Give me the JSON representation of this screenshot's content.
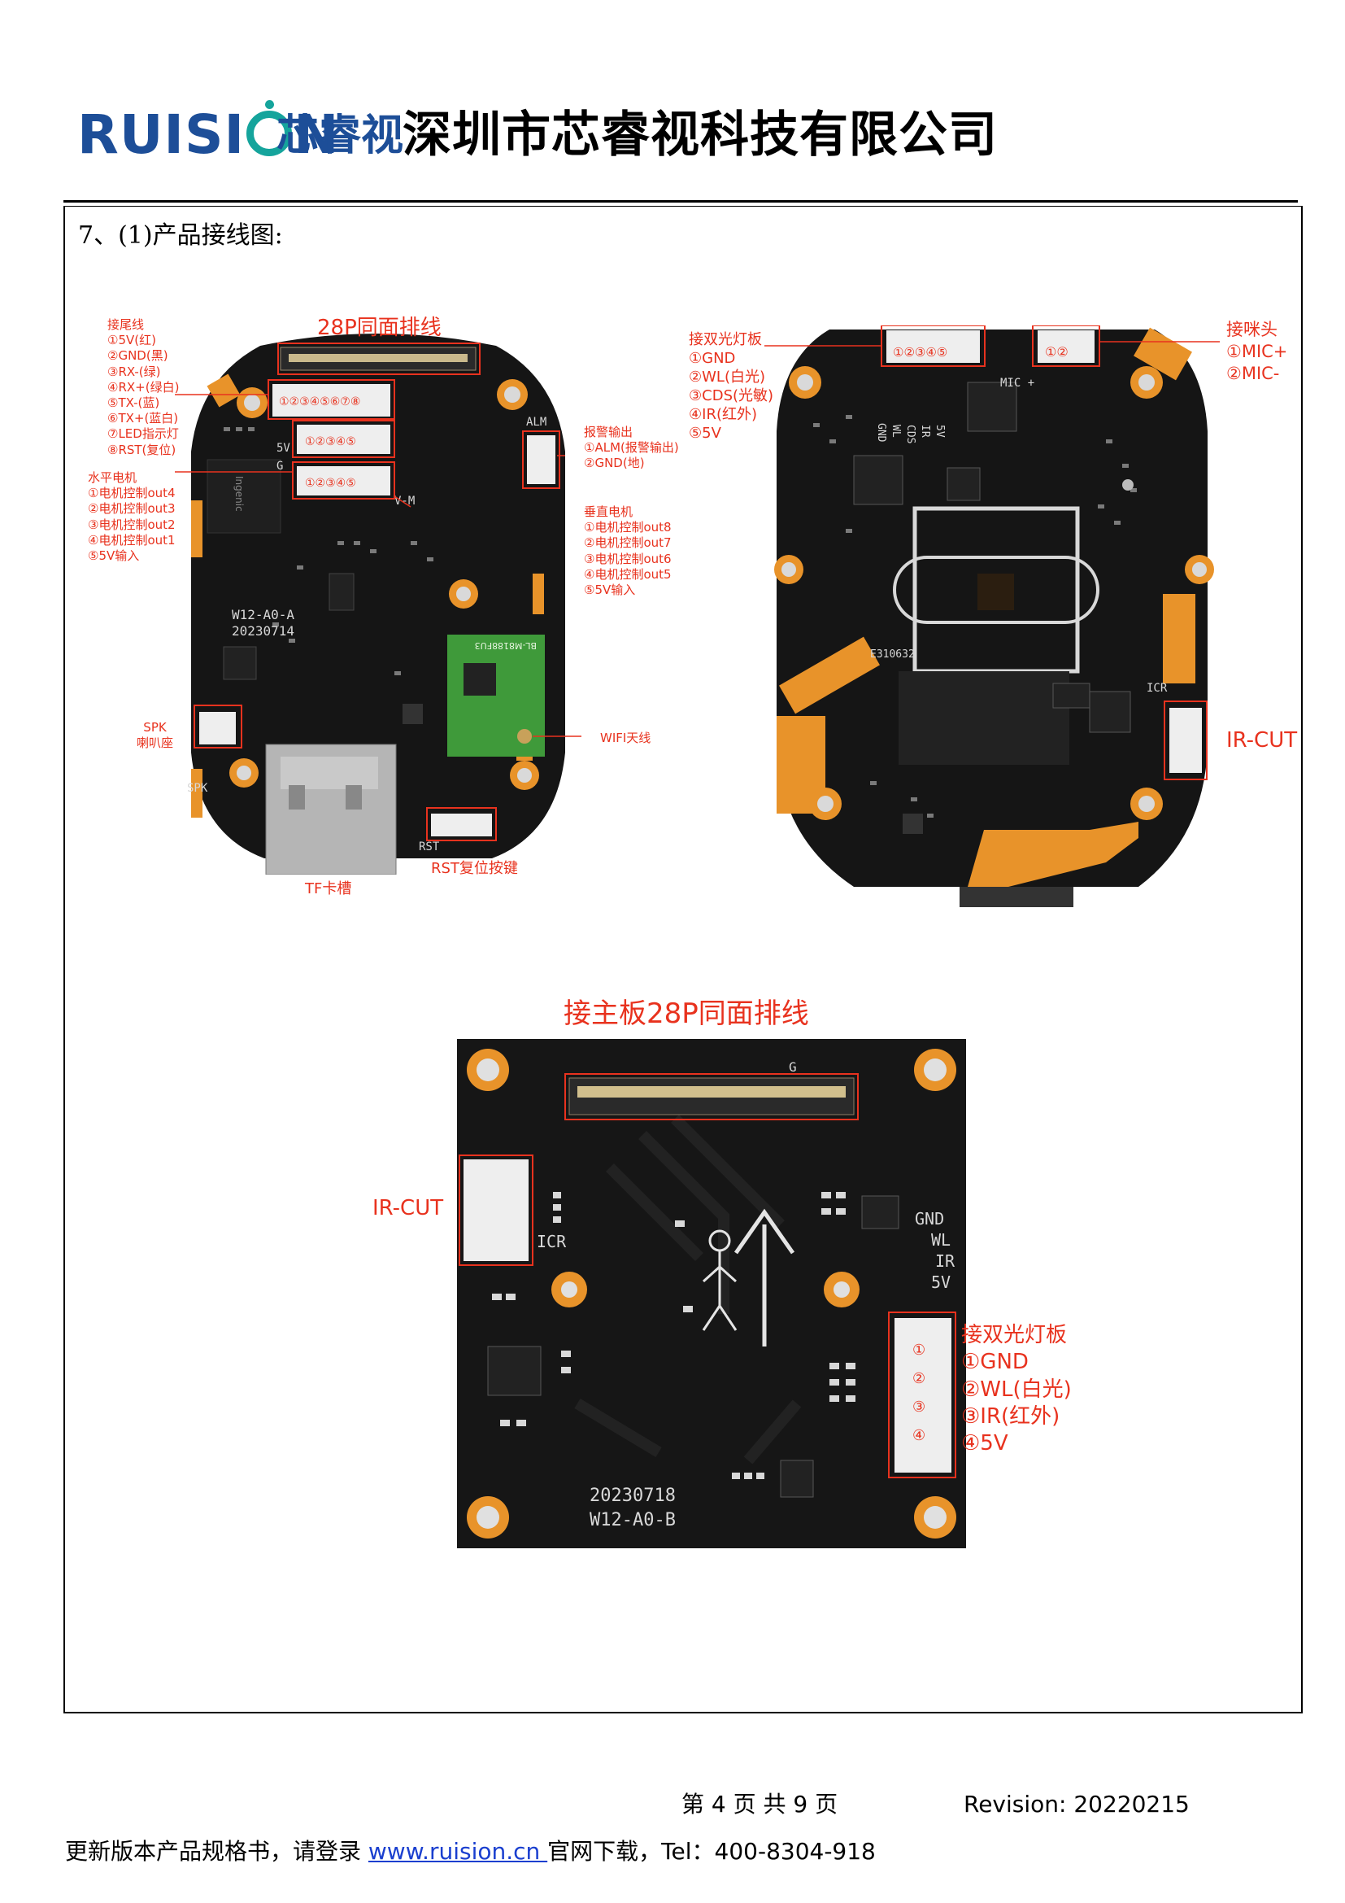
{
  "header": {
    "logo_latin_pre": "RUISI",
    "logo_latin_post": "N",
    "logo_cn": "芯睿视",
    "company": "深圳市芯睿视科技有限公司"
  },
  "section": {
    "title": "7、(1)产品接线图:"
  },
  "board_main": {
    "tail_title": "接尾线",
    "tail_items": [
      "①5V(红)",
      "②GND(黑)",
      "③RX-(绿)",
      "④RX+(绿白)",
      "⑤TX-(蓝)",
      "⑥TX+(蓝白)",
      "⑦LED指示灯",
      "⑧RST(复位)"
    ],
    "fpc_label": "28P同面排线",
    "hmotor_title": "水平电机",
    "hmotor_items": [
      "①电机控制out4",
      "②电机控制out3",
      "③电机控制out2",
      "④电机控制out1",
      "⑤5V输入"
    ],
    "alarm_title": "报警输出",
    "alarm_items": [
      "①ALM(报警输出)",
      "②GND(地)"
    ],
    "vmotor_title": "垂直电机",
    "vmotor_items": [
      "①电机控制out8",
      "②电机控制out7",
      "③电机控制out6",
      "④电机控制out5",
      "⑤5V输入"
    ],
    "spk_title": "SPK",
    "spk_sub": "喇叭座",
    "wifi_label": "WIFI天线",
    "tf_label": "TF卡槽",
    "rst_label": "RST复位按键",
    "silk_model": "W12-A0-A",
    "silk_date": "20230714",
    "silk_spk": "SPK",
    "silk_rst": "RST",
    "silk_alm": "ALM",
    "silk_5v": "5V",
    "silk_g": "G",
    "silk_vm": "V-M",
    "silk_wifi": "BL-M8188FU3",
    "chip_label": "Ingenic"
  },
  "board_right": {
    "ir_title": "接双光灯板",
    "ir_items": [
      "①GND",
      "②WL(白光)",
      "③CDS(光敏)",
      "④IR(红外)",
      "⑤5V"
    ],
    "mic_title": "接咪头",
    "mic_items": [
      "①MIC+",
      "②MIC-"
    ],
    "ircut_label": "IR-CUT",
    "silk_mic": "MIC +",
    "silk_icr": "ICR",
    "silk_gnd": "GND",
    "silk_wl": "WL",
    "silk_cds": "CDS",
    "silk_ir": "IR",
    "silk_5v": "5V",
    "silk_code": "E310632"
  },
  "board_bottom": {
    "fpc_label": "接主板28P同面排线",
    "ircut_label": "IR-CUT",
    "lamp_title": "接双光灯板",
    "lamp_items": [
      "①GND",
      "②WL(白光)",
      "③IR(红外)",
      "④5V"
    ],
    "silk_date": "20230718",
    "silk_model": "W12-A0-B",
    "silk_icr": "ICR",
    "silk_gnd": "GND",
    "silk_wl": "WL",
    "silk_ir": "IR",
    "silk_5v": "5V",
    "silk_g": "G"
  },
  "footer": {
    "page": "第 4 页 共 9 页",
    "revision": "Revision: 20220215",
    "note_pre": "更新版本产品规格书，请登录 ",
    "link": "www.ruision.cn ",
    "note_post": "官网下载，Tel：400-8304-918"
  },
  "colors": {
    "brand_blue": "#1d4e98",
    "brand_teal": "#15a49c",
    "annotation_red": "#e8321e",
    "pcb_black": "#141414",
    "pad_gold": "#e8932a"
  }
}
